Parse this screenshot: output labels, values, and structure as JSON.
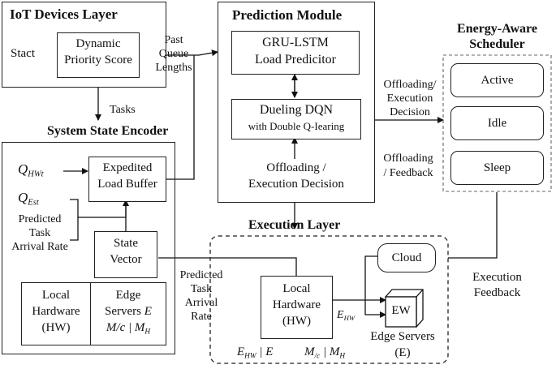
{
  "iot": {
    "title": "IoT Devices Layer",
    "stact": "Stact",
    "dps_line1": "Dynamic",
    "dps_line2": "Priority Score",
    "past_line1": "Past",
    "past_line2": "Queue",
    "past_line3": "Lengths",
    "tasks": "Tasks"
  },
  "encoder": {
    "title": "System State Encoder",
    "q_hw": "Q",
    "q_hw_sub": "HWt",
    "q_es": "Q",
    "q_es_sub": "Est",
    "pred_line1": "Predicted",
    "pred_line2": "Task",
    "pred_line3": "Arrival Rate",
    "buffer_line1": "Expedited",
    "buffer_line2": "Load Buffer",
    "state_line1": "State",
    "state_line2": "Vector",
    "local_line1": "Local",
    "local_line2": "Hardware",
    "local_line3": "(HW)",
    "edge_line1": "Edge",
    "edge_line2a": "Servers ",
    "edge_line2b": "E",
    "edge_line3": "M/c | M",
    "edge_line3_sub": "H"
  },
  "prediction": {
    "title": "Prediction Module",
    "gru_line1": "GRU-LSTM",
    "gru_line2": "Load Predicitor",
    "dqn_line1": "Dueling DQN",
    "dqn_line2": "with Double Q-Iearing",
    "off_line1": "Offloading /",
    "off_line2": "Execution Decision"
  },
  "middle_labels": {
    "off_exec_line1": "Offloading/",
    "off_exec_line2": "Execution",
    "off_exec_line3": "Decision",
    "off_fb_line1": "Offloading",
    "off_fb_line2": "/ Feedback",
    "pred_rate_line1": "Predicted",
    "pred_rate_line2": "Task",
    "pred_rate_line3": "Arrival",
    "pred_rate_line4": "Rate",
    "exec_fb_line1": "Execution",
    "exec_fb_line2": "Feedback"
  },
  "scheduler": {
    "title_line1": "Energy-Aware",
    "title_line2": "Scheduler",
    "states": [
      "Active",
      "Idle",
      "Sleep"
    ]
  },
  "execution": {
    "title": "Execution Layer",
    "local_line1": "Local",
    "local_line2": "Hardware",
    "local_line3": "(HW)",
    "ehw": "E",
    "ehw_sub": "HW",
    "cloud": "Cloud",
    "ew": "EW",
    "edge_line1": "Edge Servers",
    "edge_line2": "(E)",
    "bottom_left": "E",
    "bottom_left_sub": "HW",
    "bottom_left_tail": " | E",
    "bottom_right": "M",
    "bottom_right_sub": "/c",
    "bottom_right_mid": " | M",
    "bottom_right_sub2": "H"
  }
}
